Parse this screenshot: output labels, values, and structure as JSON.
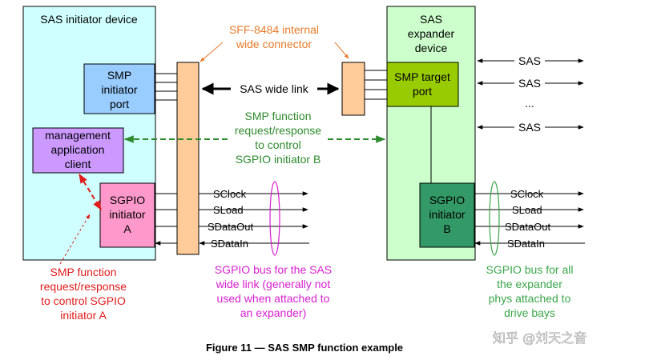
{
  "colors": {
    "initiator_device_fill": "#cfffff",
    "expander_device_fill": "#ccffcc",
    "connector_fill": "#ffcc99",
    "smp_initiator_port_fill": "#99ccff",
    "mgmt_client_fill": "#cc99ff",
    "sgpio_initiator_a_fill": "#ff99cc",
    "smp_target_port_fill": "#99cc00",
    "sgpio_initiator_b_fill": "#339966",
    "orange": "#e57b2b",
    "green": "#2e8b2e",
    "red": "#e01b1b",
    "magenta": "#d61fcf"
  },
  "initiator_device": {
    "title": "SAS initiator device"
  },
  "expander_device": {
    "title_line1": "SAS",
    "title_line2": "expander",
    "title_line3": "device"
  },
  "smp_initiator_port": {
    "line1": "SMP",
    "line2": "initiator",
    "line3": "port"
  },
  "mgmt_client": {
    "line1": "management",
    "line2": "application",
    "line3": "client"
  },
  "sgpio_a": {
    "line1": "SGPIO",
    "line2": "initiator",
    "line3": "A"
  },
  "smp_target_port": {
    "line1": "SMP target",
    "line2": "port"
  },
  "sgpio_b": {
    "line1": "SGPIO",
    "line2": "initiator",
    "line3": "B"
  },
  "connector_label": {
    "line1": "SFF-8484 internal",
    "line2": "wide connector"
  },
  "wide_link_label": "SAS wide link",
  "smp_b_label": {
    "line1": "SMP function",
    "line2": "request/response",
    "line3": "to control",
    "line4": "SGPIO initiator B"
  },
  "expander_phys": {
    "sas1": "SAS",
    "sas2": "SAS",
    "ellipsis": "...",
    "sas3": "SAS"
  },
  "signals_a": {
    "sclock": "SClock",
    "sload": "SLoad",
    "sdataout": "SDataOut",
    "sdatain": "SDataIn"
  },
  "signals_b": {
    "sclock": "SClock",
    "sload": "SLoad",
    "sdataout": "SDataOut",
    "sdatain": "SDataIn"
  },
  "smp_a_label": {
    "line1": "SMP function",
    "line2": "request/response",
    "line3": "to control SGPIO",
    "line4": "initiator A"
  },
  "sgpio_bus_sas_label": {
    "line1": "SGPIO bus for the SAS",
    "line2": "wide link (generally not",
    "line3": "used when attached to",
    "line4": "an expander)"
  },
  "sgpio_bus_exp_label": {
    "line1": "SGPIO bus for all",
    "line2": "the expander",
    "line3": "phys attached to",
    "line4": "drive bays"
  },
  "caption": "Figure 11 — SAS SMP function example",
  "watermark": "知乎 @刘天之音"
}
